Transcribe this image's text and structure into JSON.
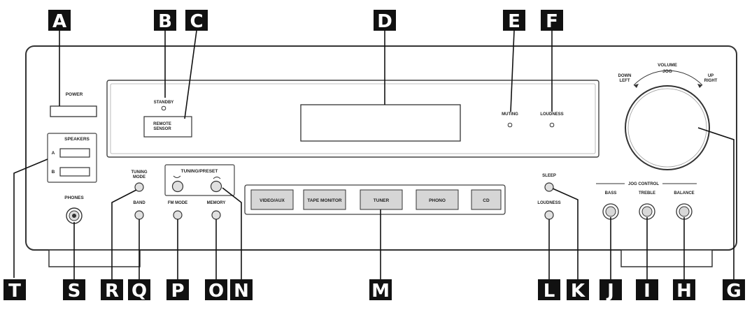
{
  "panel_labels": {
    "power": "POWER",
    "standby": "STANDBY",
    "remote_sensor_line1": "REMOTE",
    "remote_sensor_line2": "SENSOR",
    "muting": "MUTING",
    "loudness_indicator": "LOUDNESS",
    "speakers": "SPEAKERS",
    "speaker_a": "A",
    "speaker_b": "B",
    "phones": "PHONES",
    "tuning_mode_line1": "TUNING",
    "tuning_mode_line2": "MODE",
    "band": "BAND",
    "fm_mode": "FM MODE",
    "memory": "MEMORY",
    "tuning_preset": "TUNING/PRESET",
    "sleep": "SLEEP",
    "loudness_button": "LOUDNESS",
    "volume": "VOLUME",
    "jog": "JOG",
    "down_left_line1": "DOWN",
    "down_left_line2": "LEFT",
    "up_right_line1": "UP",
    "up_right_line2": "RIGHT",
    "jog_control": "JOG CONTROL",
    "bass": "BASS",
    "treble": "TREBLE",
    "balance": "BALANCE"
  },
  "input_buttons": [
    "VIDEO/AUX",
    "TAPE MONITOR",
    "TUNER",
    "PHONO",
    "CD"
  ],
  "callouts": {
    "A": "A",
    "B": "B",
    "C": "C",
    "D": "D",
    "E": "E",
    "F": "F",
    "G": "G",
    "H": "H",
    "I": "I",
    "J": "J",
    "K": "K",
    "L": "L",
    "M": "M",
    "N": "N",
    "O": "O",
    "P": "P",
    "Q": "Q",
    "R": "R",
    "S": "S",
    "T": "T"
  }
}
